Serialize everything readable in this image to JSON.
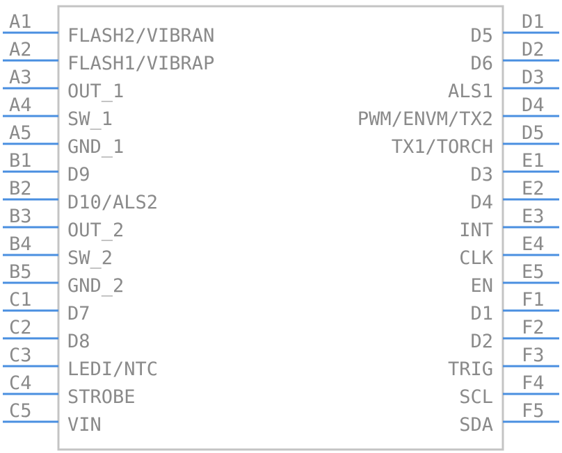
{
  "colors": {
    "body_outline": "#c4c4c4",
    "pin_line": "#4a8fe0",
    "text": "#8a8a8a"
  },
  "left_pins": [
    {
      "number": "A1",
      "name": "FLASH2/VIBRAN"
    },
    {
      "number": "A2",
      "name": "FLASH1/VIBRAP"
    },
    {
      "number": "A3",
      "name": "OUT_1"
    },
    {
      "number": "A4",
      "name": "SW_1"
    },
    {
      "number": "A5",
      "name": "GND_1"
    },
    {
      "number": "B1",
      "name": "D9"
    },
    {
      "number": "B2",
      "name": "D10/ALS2"
    },
    {
      "number": "B3",
      "name": "OUT_2"
    },
    {
      "number": "B4",
      "name": "SW_2"
    },
    {
      "number": "B5",
      "name": "GND_2"
    },
    {
      "number": "C1",
      "name": "D7"
    },
    {
      "number": "C2",
      "name": "D8"
    },
    {
      "number": "C3",
      "name": "LEDI/NTC"
    },
    {
      "number": "C4",
      "name": "STROBE"
    },
    {
      "number": "C5",
      "name": "VIN"
    }
  ],
  "right_pins": [
    {
      "number": "D1",
      "name": "D5"
    },
    {
      "number": "D2",
      "name": "D6"
    },
    {
      "number": "D3",
      "name": "ALS1"
    },
    {
      "number": "D4",
      "name": "PWM/ENVM/TX2"
    },
    {
      "number": "D5",
      "name": "TX1/TORCH"
    },
    {
      "number": "E1",
      "name": "D3"
    },
    {
      "number": "E2",
      "name": "D4"
    },
    {
      "number": "E3",
      "name": "INT"
    },
    {
      "number": "E4",
      "name": "CLK"
    },
    {
      "number": "E5",
      "name": "EN"
    },
    {
      "number": "F1",
      "name": "D1"
    },
    {
      "number": "F2",
      "name": "D2"
    },
    {
      "number": "F3",
      "name": "TRIG"
    },
    {
      "number": "F4",
      "name": "SCL"
    },
    {
      "number": "F5",
      "name": "SDA"
    }
  ]
}
